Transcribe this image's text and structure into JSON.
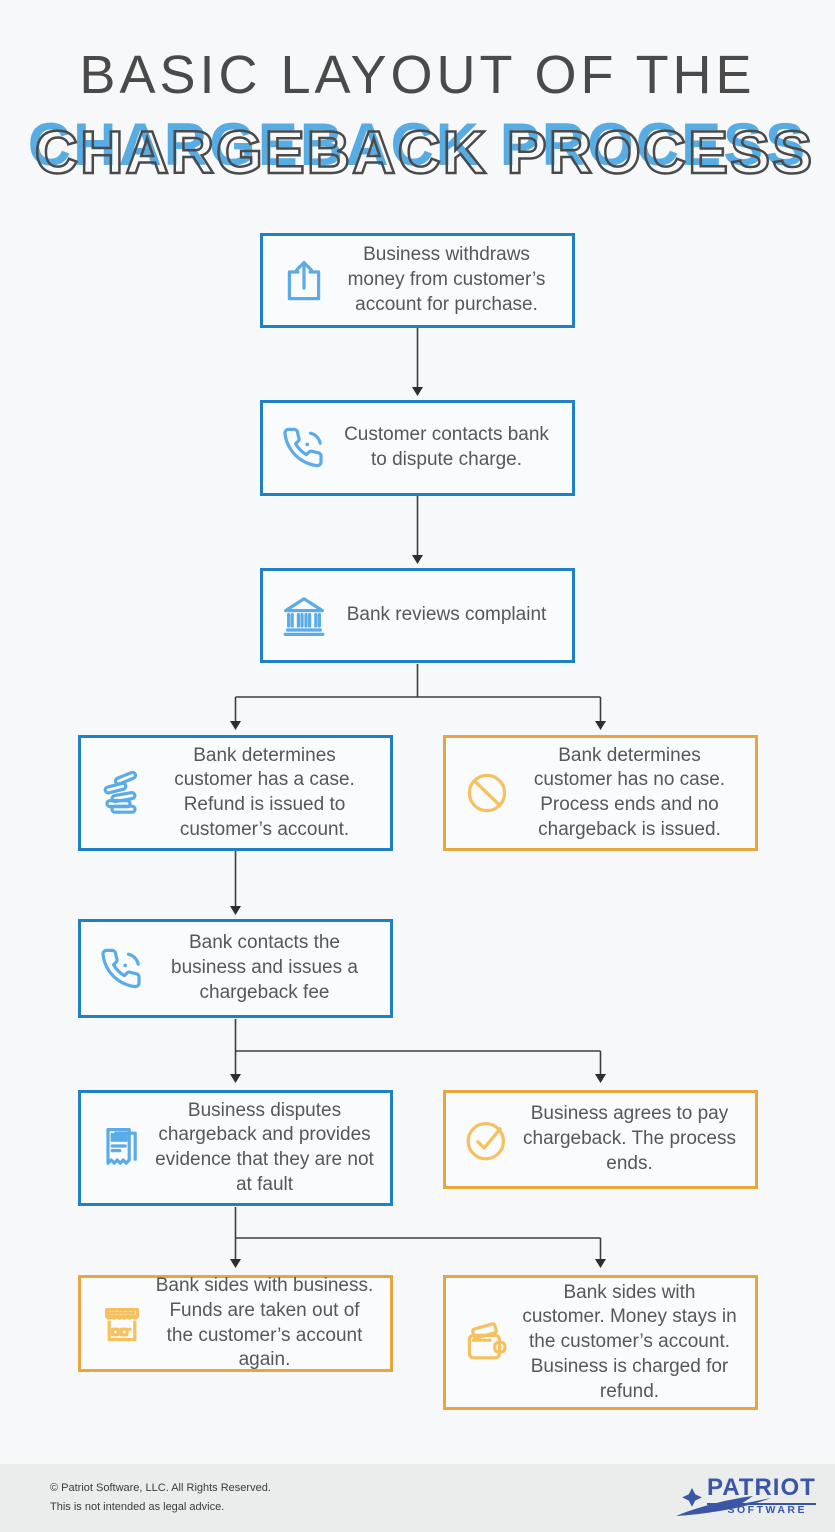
{
  "header": {
    "title_line1": "BASIC LAYOUT OF THE",
    "title_line2": "CHARGEBACK PROCESS"
  },
  "boxes": [
    {
      "name": "business-withdraws",
      "icon": "upload-icon",
      "theme": "blue",
      "text": "Business withdraws money from customer’s account for purchase."
    },
    {
      "name": "customer-contacts-bank",
      "icon": "phone-icon",
      "theme": "blue",
      "text": "Customer contacts bank to dispute charge."
    },
    {
      "name": "bank-reviews-complaint",
      "icon": "bank-icon",
      "theme": "blue",
      "text": "Bank reviews complaint"
    },
    {
      "name": "customer-has-case",
      "icon": "cash-stack-icon",
      "theme": "blue",
      "text": "Bank determines customer has a case. Refund is issued to customer’s account."
    },
    {
      "name": "customer-has-no-case",
      "icon": "no-symbol-icon",
      "theme": "orange",
      "text": "Bank determines customer has no case. Process ends and no chargeback is issued."
    },
    {
      "name": "bank-contacts-business",
      "icon": "phone-icon",
      "theme": "blue",
      "text": "Bank contacts the business and issues a chargeback fee"
    },
    {
      "name": "business-disputes",
      "icon": "receipt-icon",
      "theme": "blue",
      "text": "Business disputes chargeback and provides evidence that they are not at fault"
    },
    {
      "name": "business-agrees-to-pay",
      "icon": "check-circle-icon",
      "theme": "orange",
      "text": "Business agrees to pay chargeback. The process ends."
    },
    {
      "name": "bank-sides-business",
      "icon": "storefront-icon",
      "theme": "orange",
      "text": "Bank sides with business. Funds are taken out of the customer’s account again."
    },
    {
      "name": "bank-sides-customer",
      "icon": "wallet-icon",
      "theme": "orange",
      "text": "Bank sides with customer. Money stays in the customer’s account. Business is charged for refund."
    }
  ],
  "footer": {
    "copyright": "© Patriot Software, LLC. All Rights Reserved.",
    "disclaimer": "This is not intended as legal advice.",
    "logo_line1": "PATRIOT",
    "logo_line2": "SOFTWARE"
  },
  "colors": {
    "page_background": "#f7f8f9",
    "box_background": "#fafbfd",
    "blue_border": "#2080c6",
    "blue_icon": "#5aabe8",
    "orange_border": "#e9a63c",
    "orange_icon": "#f6c05e",
    "body_text": "#54575c",
    "title_dark": "#4a4a4a",
    "title_blue": "#58ace4",
    "connector": "#3d3d3d",
    "footer_band": "#ebecec",
    "logo_blue": "#3a57a7"
  }
}
